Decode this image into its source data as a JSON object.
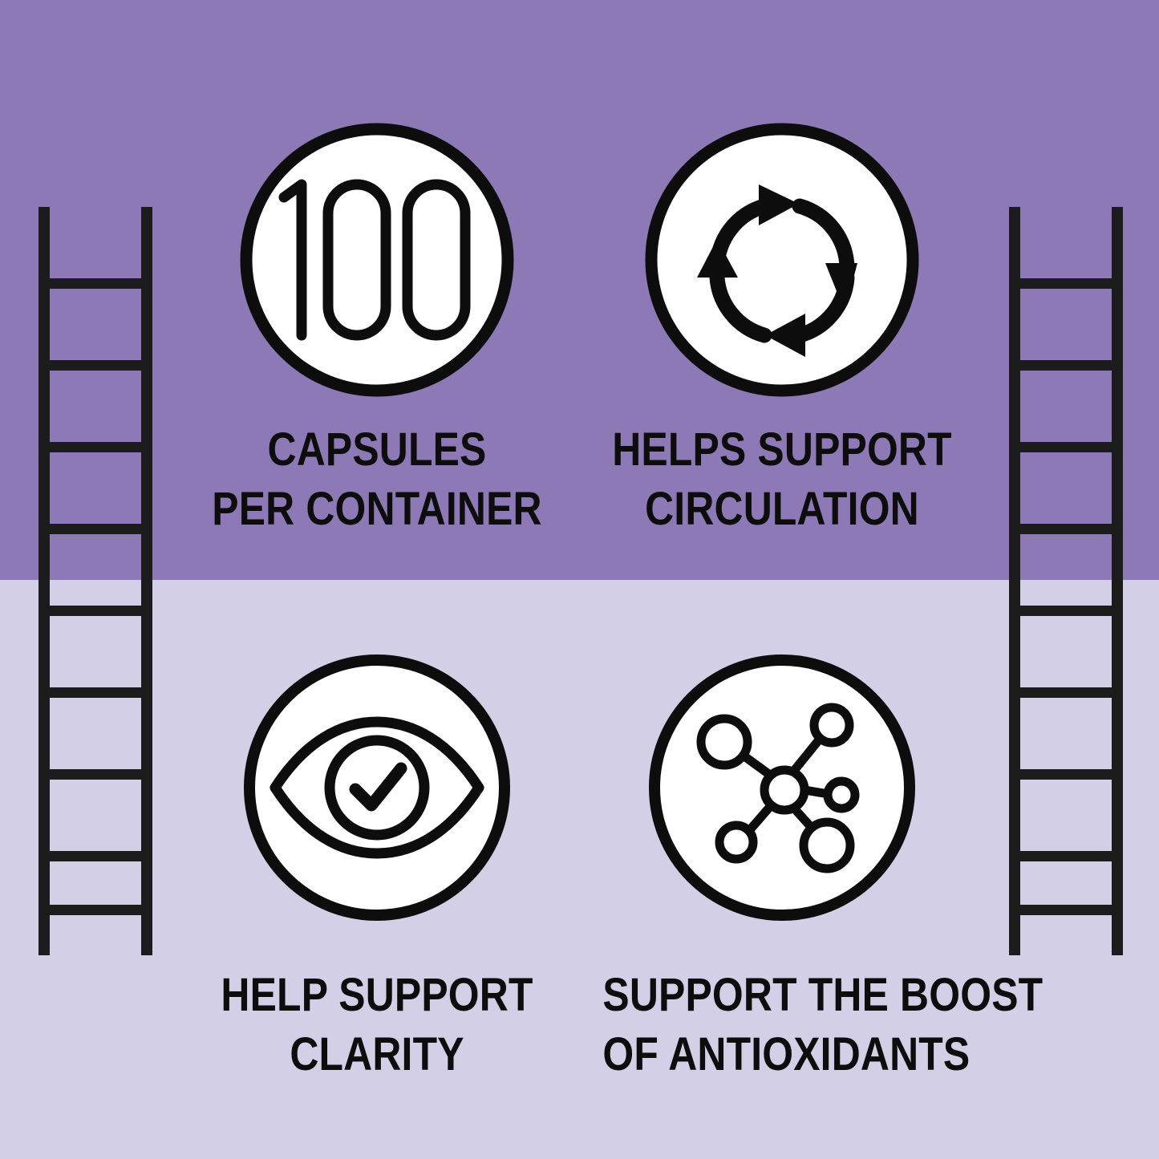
{
  "theme": {
    "background_top": "#8e79b7",
    "background_bottom": "#d2cfe6",
    "ink": "#0d0d0d",
    "badge_fill": "#ffffff"
  },
  "decorations": {
    "left_ladder": {
      "name": "ladder",
      "rungs": 10
    },
    "right_ladder": {
      "name": "ladder",
      "rungs": 10
    }
  },
  "features": [
    {
      "id": "capsules-per-container",
      "icon": "number-100-icon",
      "badge_text": "100",
      "caption_line1": "CAPSULES",
      "caption_line2": "PER CONTAINER"
    },
    {
      "id": "helps-support-circulation",
      "icon": "circulation-arrows-icon",
      "badge_text": "",
      "caption_line1": "HELPS SUPPORT",
      "caption_line2": "CIRCULATION"
    },
    {
      "id": "help-support-clarity",
      "icon": "eye-checkmark-icon",
      "badge_text": "",
      "caption_line1": "HELP SUPPORT",
      "caption_line2": "CLARITY"
    },
    {
      "id": "support-boost-of-antioxidants",
      "icon": "molecule-network-icon",
      "badge_text": "",
      "caption_line1": "SUPPORT THE BOOST",
      "caption_line2": "OF ANTIOXIDANTS"
    }
  ]
}
